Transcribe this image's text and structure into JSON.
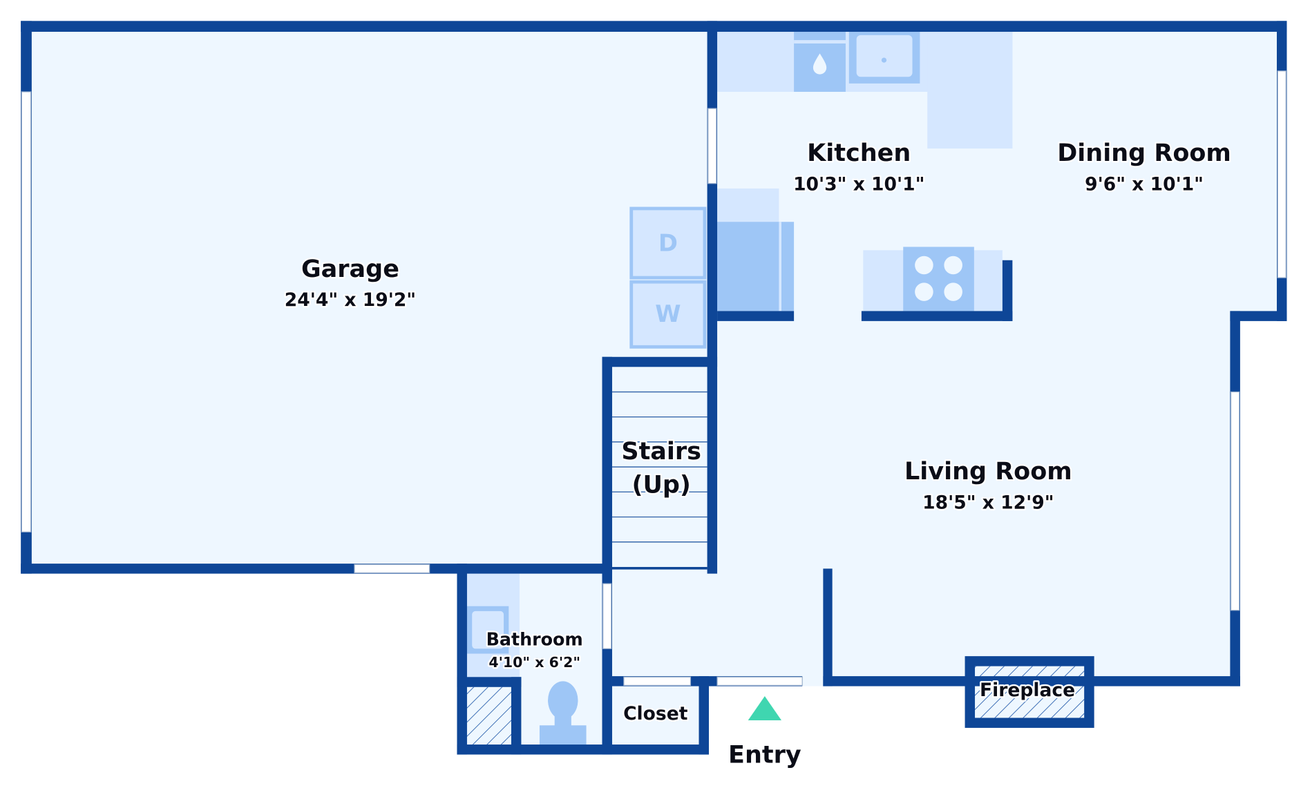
{
  "colors": {
    "wall": "#0e4697",
    "floor": "#eef7ff",
    "fixture": "#9ec6f6",
    "fixture_light": "#d5e7ff",
    "entry_marker": "#3fd6b0"
  },
  "rooms": {
    "garage": {
      "name": "Garage",
      "dims": "24'4\" x 19'2\""
    },
    "kitchen": {
      "name": "Kitchen",
      "dims": "10'3\" x 10'1\""
    },
    "dining": {
      "name": "Dining Room",
      "dims": "9'6\" x 10'1\""
    },
    "living": {
      "name": "Living Room",
      "dims": "18'5\" x 12'9\""
    },
    "stairs": {
      "line1": "Stairs",
      "line2": "(Up)"
    },
    "bathroom": {
      "name": "Bathroom",
      "dims": "4'10\" x 6'2\""
    },
    "closet": {
      "name": "Closet"
    },
    "fireplace": {
      "name": "Fireplace"
    },
    "entry": {
      "name": "Entry",
      "icon": "triangle-up-icon"
    }
  },
  "appliances": {
    "dryer": "D",
    "washer": "W"
  }
}
